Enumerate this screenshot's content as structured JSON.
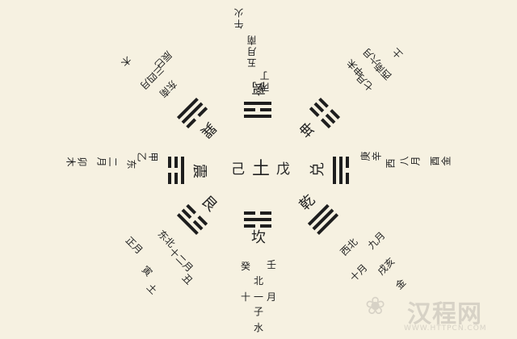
{
  "center": {
    "left": "己",
    "mid": "土",
    "right": "戊"
  },
  "trigrams": {
    "li": {
      "name": "离",
      "lines": [
        1,
        0,
        1
      ]
    },
    "kun": {
      "name": "坤",
      "lines": [
        0,
        0,
        0
      ]
    },
    "dui": {
      "name": "兑",
      "lines": [
        0,
        1,
        1
      ]
    },
    "qian": {
      "name": "乾",
      "lines": [
        1,
        1,
        1
      ]
    },
    "kan": {
      "name": "坎",
      "lines": [
        0,
        1,
        0
      ]
    },
    "gen": {
      "name": "艮",
      "lines": [
        1,
        0,
        0
      ]
    },
    "zhen": {
      "name": "震",
      "lines": [
        0,
        0,
        1
      ]
    },
    "xun": {
      "name": "巽",
      "lines": [
        1,
        1,
        0
      ]
    }
  },
  "labels": {
    "top_c1": "丙丁",
    "top_c2": "五月南",
    "top_c3": "午火",
    "tl_c1": "东南",
    "tl_c2": "三四月",
    "tl_c3": "辰巳",
    "tl_c4": "木",
    "tr_c1": "七月",
    "tr_c2": "西南",
    "tr_c3": "申未",
    "tr_c4": "六月",
    "tr_c5": "土",
    "right_c1": "庚辛",
    "right_c2": "西",
    "right_c3": "八月",
    "right_c4": "酉金",
    "left_c1": "甲乙",
    "left_c2": "东",
    "left_c3": "二月",
    "left_c4": "卯木",
    "bl_c1": "东北",
    "bl_c2": "十二月",
    "bl_c3": "丑",
    "bl_c4": "正月",
    "bl_c5": "寅",
    "bl_c6": "土",
    "bottom_c1": "壬",
    "bottom_c2": "癸",
    "bottom_r1": "北",
    "bottom_r2": "十一月",
    "bottom_r3": "子",
    "bottom_r4": "水",
    "br_c1": "西北",
    "br_c2": "九月",
    "br_c3": "十月",
    "br_c4": "戌亥",
    "br_c5": "金"
  },
  "watermark": {
    "logo": "汉程网",
    "url": "WWW.HTTPCN.COM"
  }
}
